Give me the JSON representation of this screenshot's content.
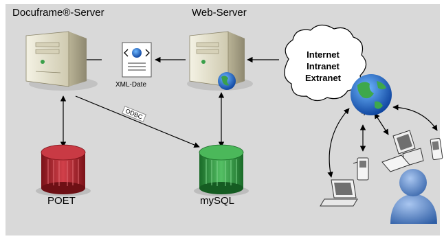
{
  "diagram": {
    "docuframe_server_label": "Docuframe®-Server",
    "web_server_label": "Web-Server",
    "xml_label": "XML-Date",
    "odbc_label": "ODBC",
    "poet_label": "POET",
    "mysql_label": "mySQL",
    "cloud_lines": [
      "Internet",
      "Intranet",
      "Extranet"
    ]
  },
  "colors": {
    "background": "#d9d9d9",
    "poet_db": "#b22a33",
    "mysql_db": "#36a24a",
    "person": "#3f6fb0"
  },
  "icons": [
    "server-icon",
    "document-globe-icon",
    "globe-icon",
    "cloud-icon",
    "database-icon",
    "laptop-icon",
    "desktop-computer-icon",
    "pda-icon",
    "mobile-phone-icon",
    "user-icon"
  ]
}
